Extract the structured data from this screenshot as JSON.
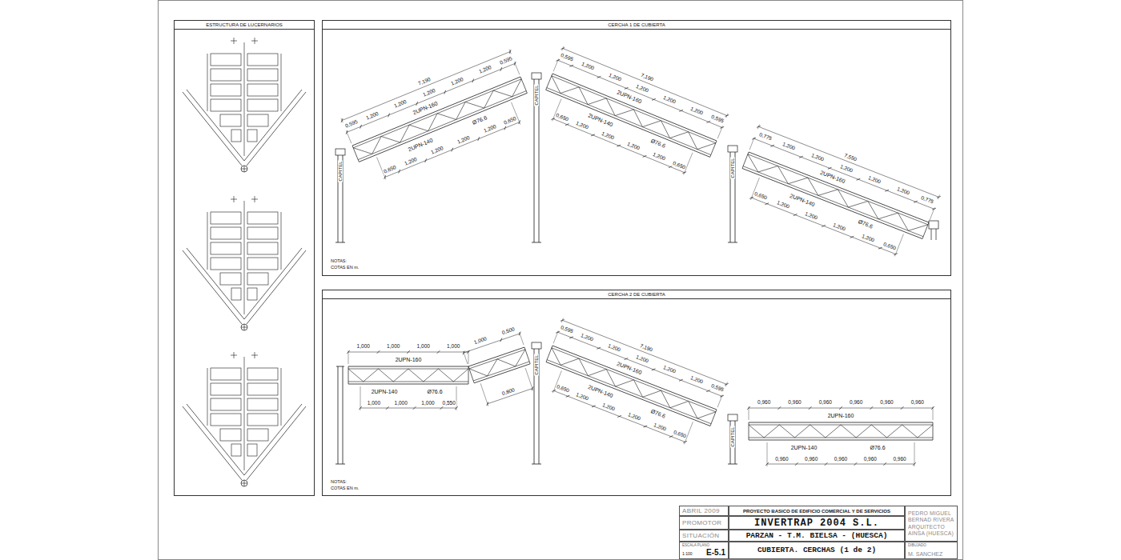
{
  "diagram": {
    "nodes": [
      {
        "text": [
          "ESTRUCTURA DE LUCERNARIOS"
        ]
      },
      {
        "text": [
          "CERCHA 1 DE CUBIERTA"
        ]
      },
      {
        "text": [
          "CERCHA 2 DE CUBIERTA"
        ]
      },
      {
        "text": [
          "ABRIL 2009"
        ]
      },
      {
        "text": [
          "PROYECTO BASICO DE EDIFICIO COMERCIAL Y DE SERVICIOS"
        ]
      },
      {
        "text": [
          "PEDRO MIGUEL BERNAD RIVERA ARQUITECTO AINSA (HUESCA)"
        ]
      },
      {
        "text": [
          "PROMOTOR"
        ]
      },
      {
        "text": [
          "INVERTRAP 2004 S.L."
        ]
      },
      {
        "text": [
          "SITUACIÓN"
        ]
      },
      {
        "text": [
          "PARZAN - T.M. BIELSA - (HUESCA)"
        ]
      },
      {
        "text": [
          "ESCALA PLANO",
          "1:100",
          "E-5.1"
        ]
      },
      {
        "text": [
          "CUBIERTA. CERCHAS (1 de 2)"
        ]
      },
      {
        "text": [
          "DIBUJADO",
          "M. SANCHEZ"
        ]
      }
    ],
    "labels": [
      "7,190",
      "0,595",
      "1,200",
      "1,200",
      "1,200",
      "1,200",
      "1,200",
      "0,595",
      "0,650",
      "1,200",
      "1,200",
      "1,200",
      "1,200",
      "0,650",
      "2UPN-160",
      "2UPN-140",
      "Ø76.6",
      "7,190",
      "0,595",
      "1,200",
      "1,200",
      "1,200",
      "1,200",
      "1,200",
      "0,595",
      "0,650",
      "1,200",
      "1,200",
      "1,200",
      "1,200",
      "0,650",
      "2UPN-160",
      "2UPN-140",
      "Ø76.6",
      "7,550",
      "0,775",
      "1,200",
      "1,200",
      "1,200",
      "1,200",
      "1,200",
      "0,775",
      "0,650",
      "1,200",
      "1,200",
      "1,200",
      "1,200",
      "0,650",
      "2UPN-160",
      "2UPN-140",
      "Ø76.6",
      "1,000",
      "1,000",
      "1,000",
      "1,000",
      "1,000",
      "1,000",
      "1,000",
      "0,550",
      "2UPN-160",
      "2UPN-140",
      "Ø76.6",
      "1,000",
      "0,500",
      "0,800",
      "7,190",
      "0,595",
      "1,200",
      "1,200",
      "1,200",
      "1,200",
      "1,200",
      "0,595",
      "0,650",
      "1,200",
      "1,200",
      "1,200",
      "1,200",
      "0,650",
      "2UPN-160",
      "2UPN-140",
      "Ø76.6",
      "0,960",
      "0,960",
      "0,960",
      "0,960",
      "0,960",
      "0,960",
      "0,960",
      "0,960",
      "0,960",
      "0,960",
      "0,960",
      "2UPN-160",
      "2UPN-140",
      "Ø76.6",
      "CAPITEL",
      "CAPITEL",
      "CAPITEL",
      "CAPITEL",
      "CAPITEL",
      "NOTAS:",
      "COTAS EN m.",
      "NOTAS:",
      "COTAS EN m."
    ]
  }
}
